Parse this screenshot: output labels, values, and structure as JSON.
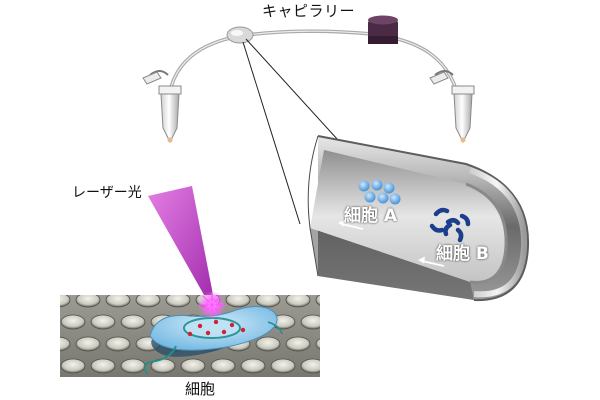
{
  "labels": {
    "capillary": "キャピラリー",
    "laser": "レーザー光",
    "cell": "細胞",
    "cell_a": "細胞 A",
    "cell_b": "細胞 B"
  },
  "colors": {
    "tube_outer": "#9a9a9a",
    "tube_inner": "#d4d4d4",
    "capillary_block": "#4a2a45",
    "laser": "#cc33cc",
    "cell_a": "#6aaee6",
    "cell_b": "#1c3f8c",
    "cell_body": "#8ec6ea",
    "cell_marker": "#d0203a",
    "nucleus_rim": "#1f8f8f"
  },
  "icons": {
    "left_vial": "vial-icon",
    "right_vial": "vial-icon",
    "arrow_a": "arrow-left-icon",
    "arrow_b": "arrow-left-icon"
  }
}
